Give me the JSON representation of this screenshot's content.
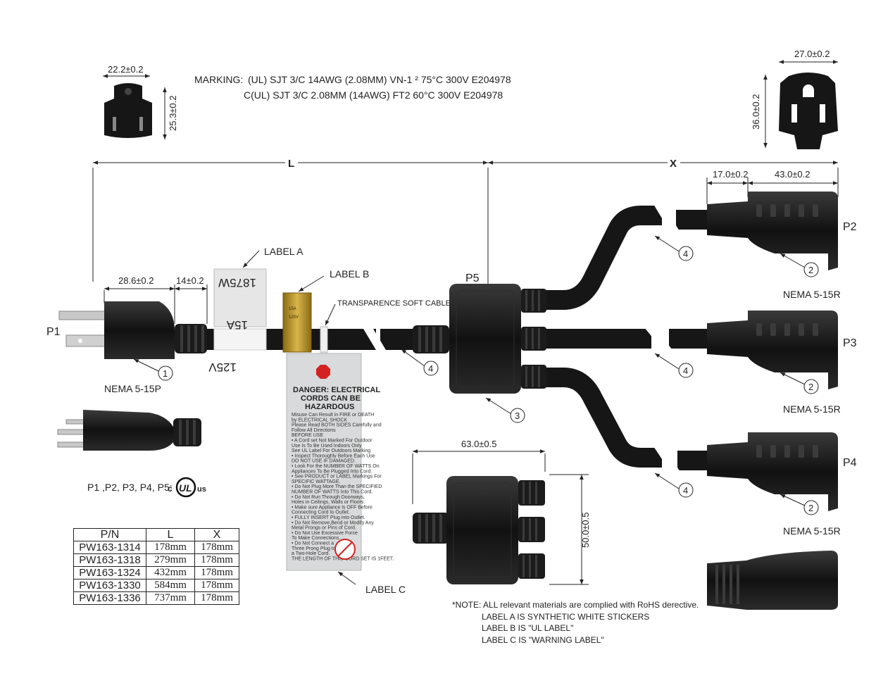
{
  "marking": {
    "label": "MARKING:",
    "line1": "(UL) SJT   3/C   14AWG (2.08MM)  VN-1 ²  75°C   300V   E204978",
    "line2": "C(UL) SJT   3/C   2.08MM (14AWG)  FT2  60°C   300V   E204978"
  },
  "dims": {
    "p1_plug_width": "22.2±0.2",
    "p1_plug_height": "25.3±0.2",
    "socket_width": "27.0±0.2",
    "socket_height": "36.0±0.2",
    "L": "L",
    "X": "X",
    "p1_body": "28.6±0.2",
    "p1_strain": "14±0.2",
    "socket_strain": "17.0±0.2",
    "socket_body": "43.0±0.2",
    "p5_width": "63.0±0.5",
    "p5_height": "50.0±0.5"
  },
  "parts": {
    "p1": "P1",
    "p2": "P2",
    "p3": "P3",
    "p4": "P4",
    "p5": "P5",
    "nema_plug": "NEMA 5-15P",
    "nema_r1": "NEMA 5-15R",
    "nema_r2": "NEMA 5-15R",
    "nema_r3": "NEMA 5-15R"
  },
  "callouts": {
    "label_a": "LABEL A",
    "label_b": "LABEL B",
    "label_c": "LABEL C",
    "cable_tie": "TRANSPARENCE SOFT CABLE TIE",
    "n1": "1",
    "n2": "2",
    "n3": "3",
    "n4": "4"
  },
  "label_a_lines": [
    "125V",
    "15A",
    "1875W"
  ],
  "warning_tag": {
    "title1": "DANGER: ELECTRICAL",
    "title2": "CORDS CAN BE",
    "title3": "HAZARDOUS",
    "body": [
      "Misuse Can Result in FIRE or DEATH",
      "by ELECTRICAL SHOCK",
      "Please Read BOTH SIDES Carefully and",
      "Follow All Directions",
      "BEFORE USE",
      "• A Cord set Not Marked For Outdoor",
      "Use Is To Be Used Indoors Only",
      "See UL Label For Outdoors Marking",
      "• Inspect Thoroughly Before Each Use",
      "DO NOT USE IF DAMAGED.",
      "• Look For the NUMBER OF WATTS On",
      "Appliances To Be Plugged Into Cord.",
      "• See PRODUCT or LABEL Markings For",
      "SPECIFIC WATTAGE.",
      "• Do Not Plug More Than the SPECIFIED",
      "NUMBER OF WATTS Into This Cord.",
      "• Do Not Run Through Doorways,",
      "Holes in Ceilings, Walls or Floors.",
      "• Make sure Appliance is OFF Before",
      "Connecting Cord to Outlet.",
      "• FULLY INSERT Plug into Outlet.",
      "• Do Not Remove,Bend or Modify Any",
      "Metal Prongs or Pins of Cord.",
      "• Do Not Use Excessive Force",
      "To Make Connections.",
      "• Do Not Connect a",
      "Three Prong Plug to",
      "a Two-Hole Cord.",
      "THE LENGTH OF THIS CORD SET IS 1FEET."
    ]
  },
  "cert": {
    "text": "P1 ,P2, P3, P4, P5:",
    "c": "c",
    "ul": "UL",
    "us": "us"
  },
  "table": {
    "headers": [
      "P/N",
      "L",
      "X"
    ],
    "rows": [
      [
        "PW163-1314",
        "178mm",
        "178mm"
      ],
      [
        "PW163-1318",
        "279mm",
        "178mm"
      ],
      [
        "PW163-1324",
        "432mm",
        "178mm"
      ],
      [
        "PW163-1330",
        "584mm",
        "178mm"
      ],
      [
        "PW163-1336",
        "737mm",
        "178mm"
      ]
    ]
  },
  "notes": {
    "line1": "*NOTE: ALL relevant materials are complied with RoHS derective.",
    "line2": "LABEL A IS SYNTHETIC WHITE STICKERS",
    "line3": "LABEL B IS \"UL LABEL\"",
    "line4": "LABEL C IS \"WARNING LABEL\""
  },
  "colors": {
    "cable": "#1a1a1a",
    "warning_tag": "#d9dadb",
    "label_b": "#b8972a",
    "stop_red": "#d42222"
  }
}
